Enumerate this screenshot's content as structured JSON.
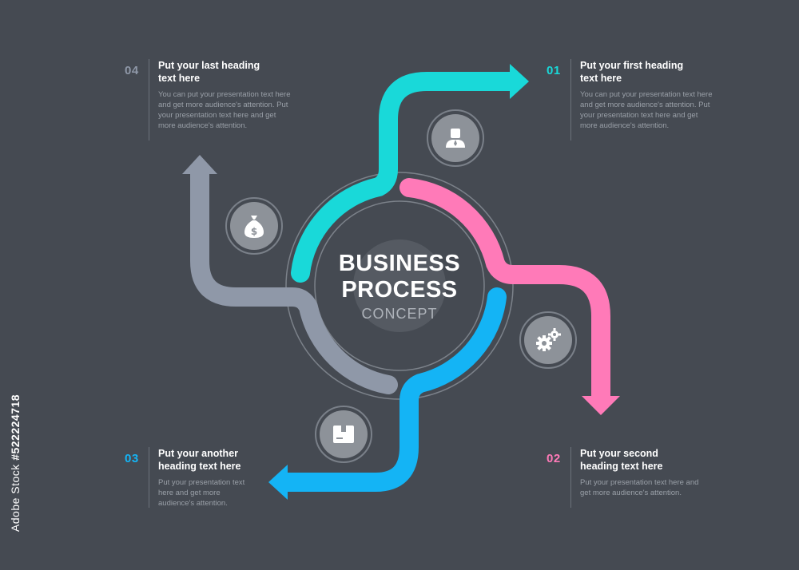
{
  "center": {
    "line1": "BUSINESS",
    "line2": "PROCESS",
    "line3": "CONCEPT"
  },
  "steps": [
    {
      "number": "01",
      "heading_line1": "Put your first heading",
      "heading_line2": "text here",
      "body": "You can put your presentation text here and get more audience's attention. Put your presentation text here and get more audience's attention.",
      "color": "#19d9d9",
      "icon": "user-icon"
    },
    {
      "number": "02",
      "heading_line1": "Put your second",
      "heading_line2": "heading text here",
      "body": "Put your presentation text here and get more audience's attention.",
      "color": "#ff7ab8",
      "icon": "gears-icon"
    },
    {
      "number": "03",
      "heading_line1": "Put your another",
      "heading_line2": "heading text here",
      "body": "Put your presentation text here and get more audience's attention.",
      "color": "#14b4f5",
      "icon": "box-icon"
    },
    {
      "number": "04",
      "heading_line1": "Put your last heading",
      "heading_line2": "text here",
      "body": "You can put your presentation text here and get more audience's attention. Put your presentation text here and get more audience's attention.",
      "color": "#8f98a8",
      "icon": "money-bag-icon"
    }
  ],
  "watermark": {
    "id": "#522224718",
    "brand": "Adobe Stock"
  }
}
